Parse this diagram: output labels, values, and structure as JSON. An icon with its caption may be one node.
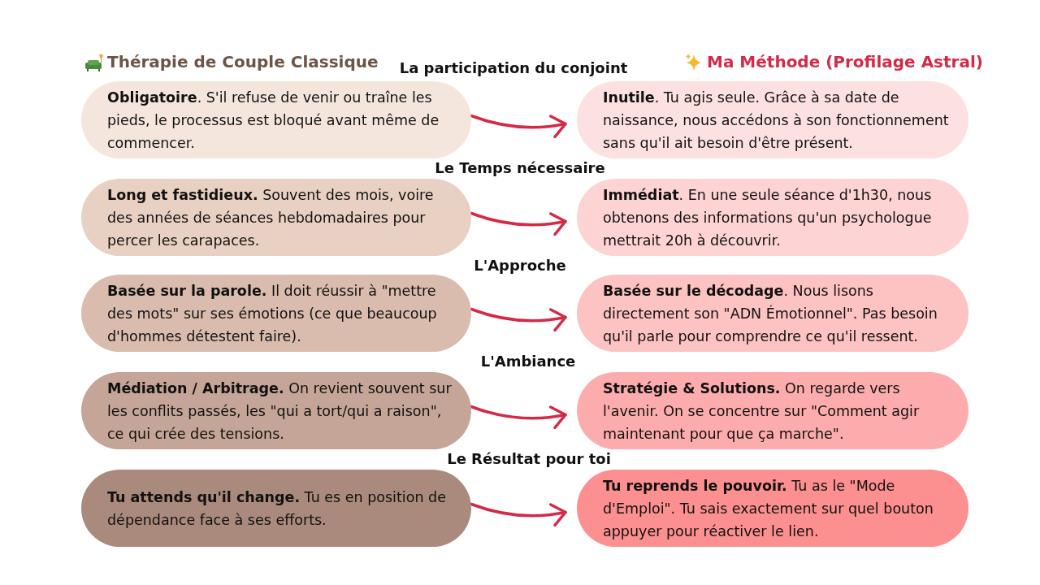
{
  "diagram": {
    "nodes": [
      {
        "text": [
          "**Obligatoire**. S'il refuse de venir ou traîne les pieds, le processus est bloqué avant même de commencer."
        ]
      },
      {
        "text": [
          "**Inutile**. Tu agis seule. Grâce à sa date de naissance, nous accédons à son fonctionnement sans qu'il ait besoin d'être présent."
        ]
      },
      {
        "text": [
          "**Long et fastidieux.** Souvent des mois, voire des années de séances hebdomadaires pour percer les carapaces."
        ]
      },
      {
        "text": [
          "**Immédiat**. En une seule séance d'1h30, nous obtenons des informations qu'un psychologue mettrait 20h à découvrir."
        ]
      },
      {
        "text": [
          "**Basée sur la parole.** Il doit réussir à \"mettre des mots\" sur ses émotions (ce que beaucoup d'hommes détestent faire)."
        ]
      },
      {
        "text": [
          "**Basée sur le décodage**. Nous lisons directement son \"ADN Émotionnel\". Pas besoin qu'il parle pour comprendre ce qu'il ressent."
        ]
      },
      {
        "text": [
          "**Médiation / Arbitrage.** On revient souvent sur les conflits passés, les \"qui a tort/qui a raison\", ce qui crée des tensions."
        ]
      },
      {
        "text": [
          "**Stratégie & Solutions.** On regarde vers l'avenir. On se concentre sur \"Comment agir maintenant pour que ça marche\"."
        ]
      },
      {
        "text": [
          "**Tu attends qu'il change.** Tu es en position de dépendance face à ses efforts."
        ]
      },
      {
        "text": [
          "**Tu reprends le pouvoir.** Tu as le \"Mode d'Emploi\". Tu sais exactement sur quel bouton appuyer pour réactiver le lien."
        ]
      }
    ],
    "edges": [
      {
        "from": 0,
        "to": 1,
        "arrow": "to"
      },
      {
        "from": 2,
        "to": 3,
        "arrow": "to"
      },
      {
        "from": 4,
        "to": 5,
        "arrow": "to"
      },
      {
        "from": 6,
        "to": 7,
        "arrow": "to"
      },
      {
        "from": 8,
        "to": 9,
        "arrow": "to"
      }
    ],
    "labels": [
      "Thérapie de Couple Classique",
      "La participation du conjoint",
      "Ma Méthode (Profilage Astral)",
      "Le Temps nécessaire",
      "L'Approche",
      "L'Ambiance",
      "Le Résultat pour toi"
    ]
  }
}
